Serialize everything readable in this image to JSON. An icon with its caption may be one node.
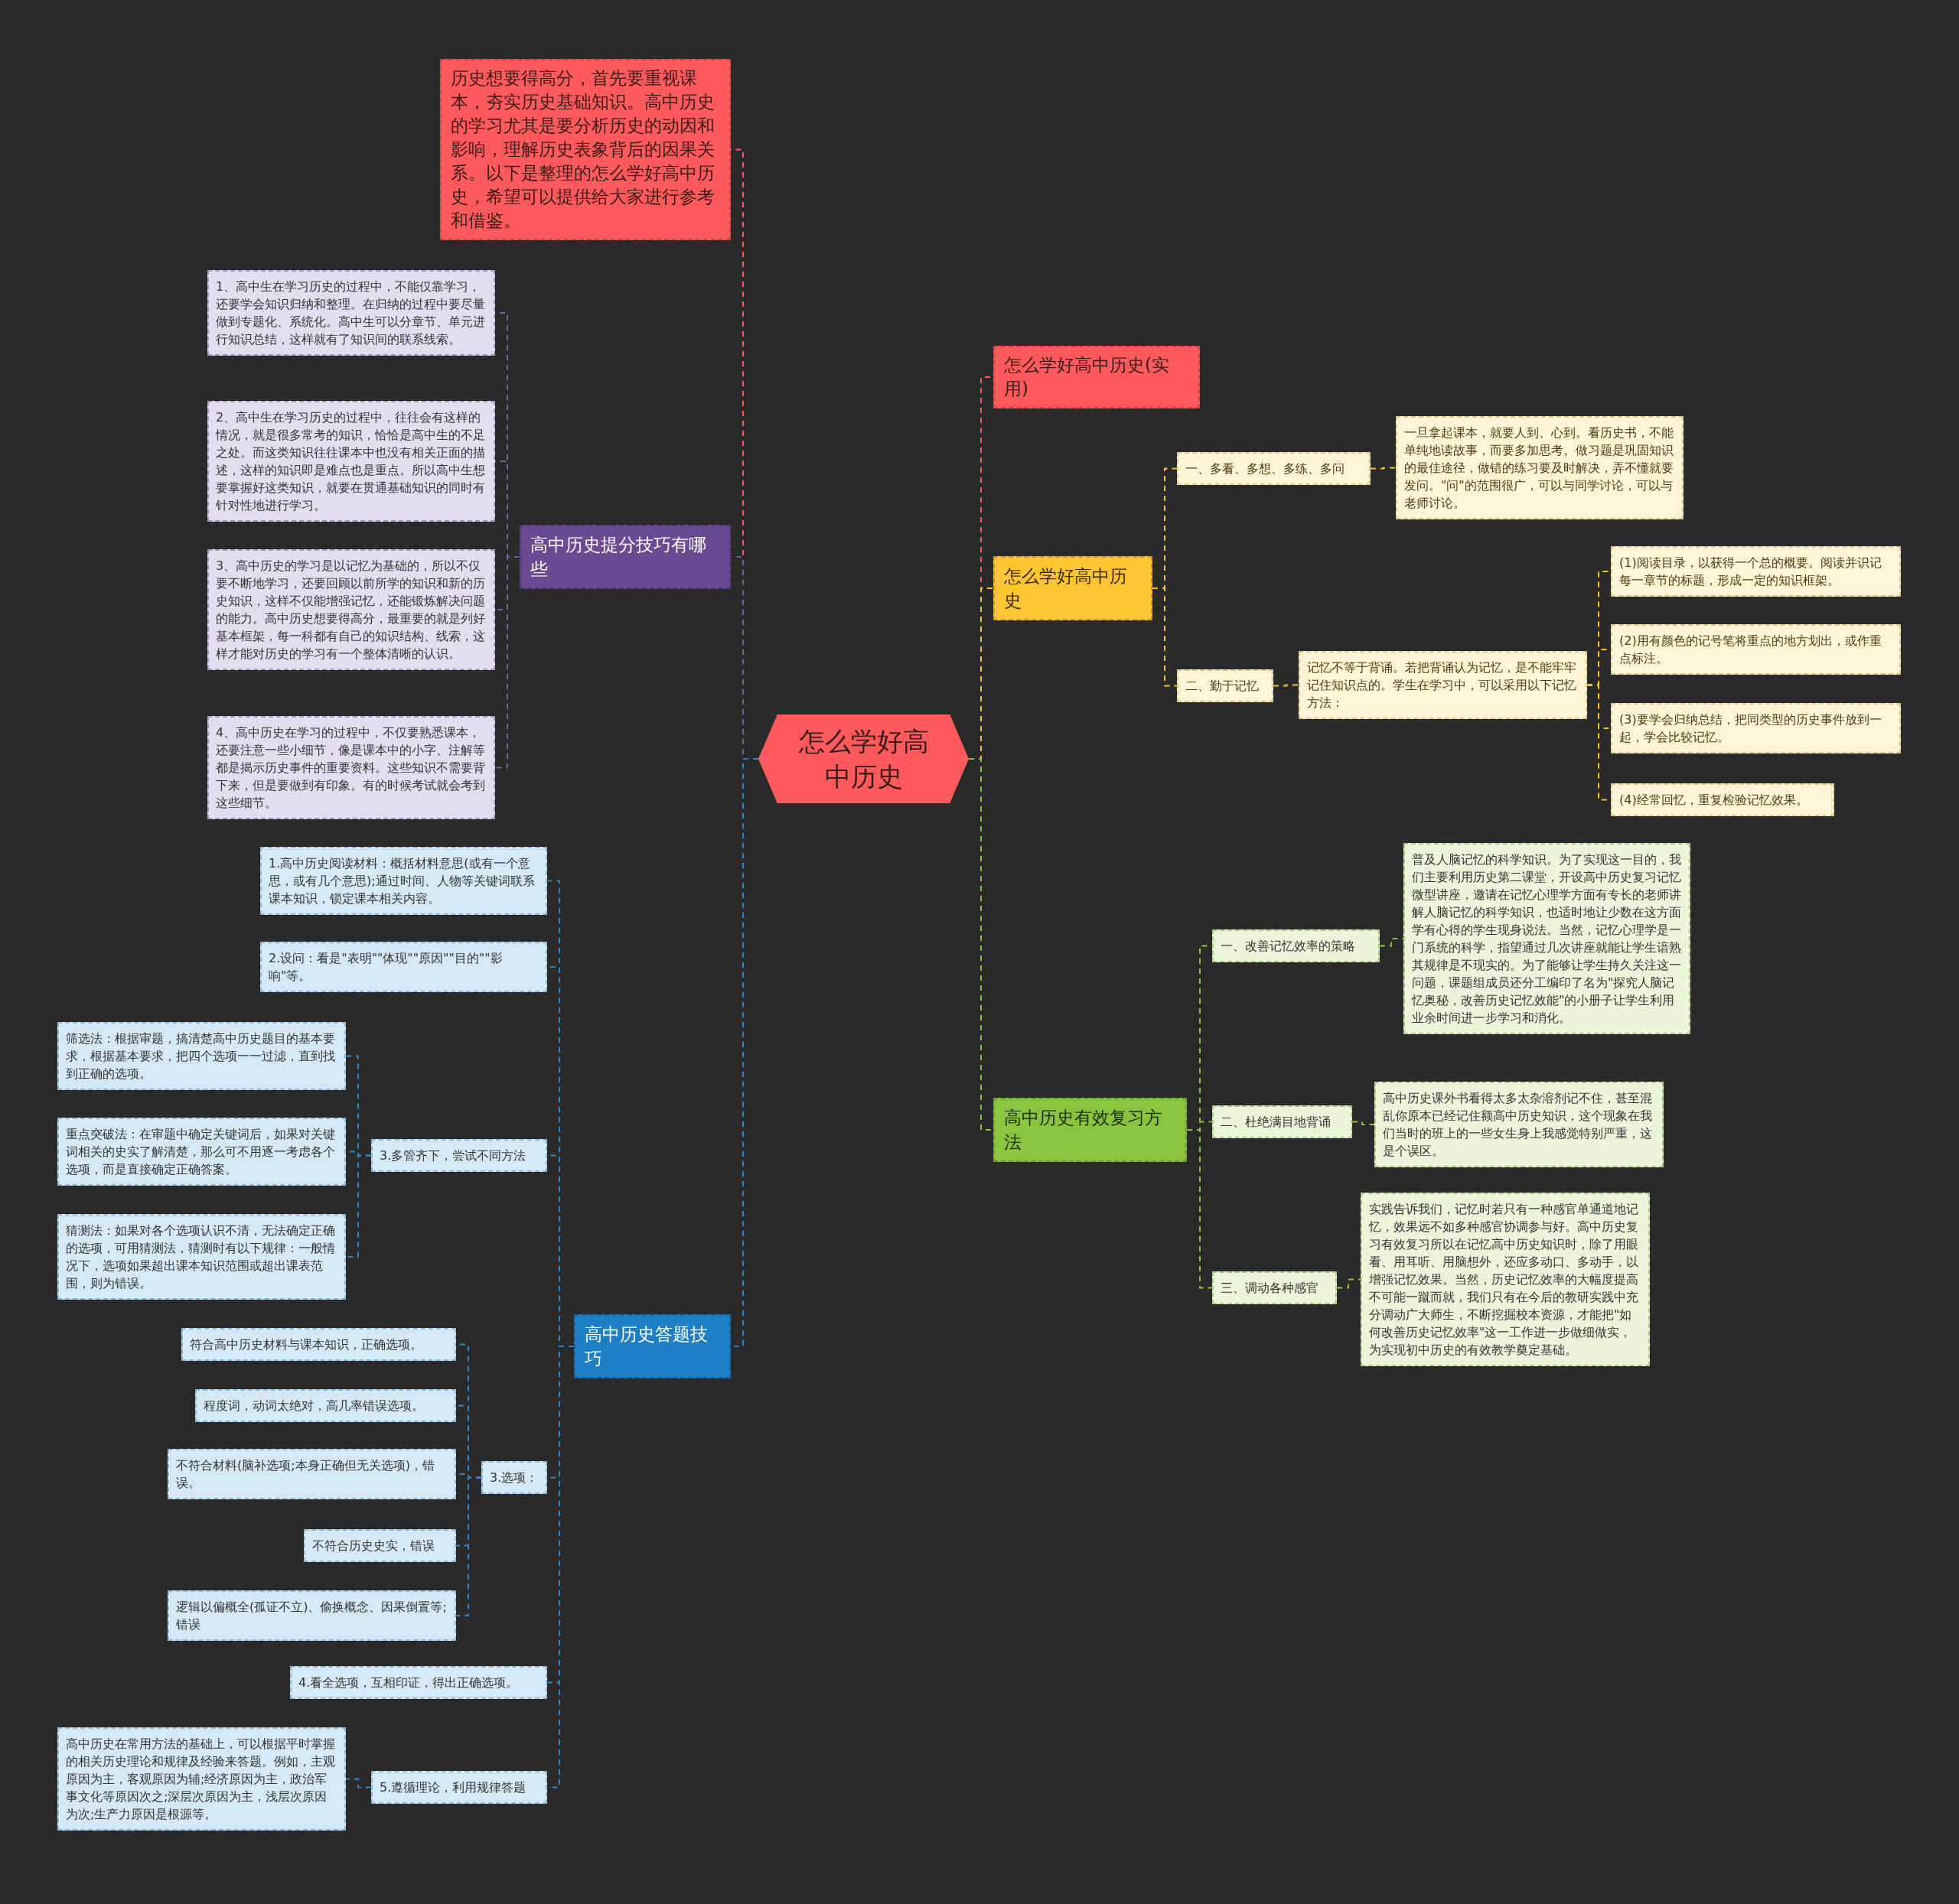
{
  "diagram": {
    "nodes": [
      {
        "text": [
          "怎么学好高中历史"
        ]
      },
      {
        "text": [
          "历史想要得高分，首先要重视课本，夯实历史基础知识。高中历史的学习尤其是要分析历史的动因和影响，理解历史表象背后的因果关系。以下是整理的怎么学好高中历史，希望可以提供给大家进行参考和借鉴。"
        ]
      },
      {
        "text": [
          "高中历史提分技巧有哪些"
        ]
      },
      {
        "text": [
          "1、高中生在学习历史的过程中，不能仅靠学习，还要学会知识归纳和整理。在归纳的过程中要尽量做到专题化、系统化。高中生可以分章节、单元进行知识总结，这样就有了知识间的联系线索。"
        ]
      },
      {
        "text": [
          "2、高中生在学习历史的过程中，往往会有这样的情况，就是很多常考的知识，恰恰是高中生的不足之处。而这类知识往往课本中也没有相关正面的描述，这样的知识即是难点也是重点。所以高中生想要掌握好这类知识，就要在贯通基础知识的同时有针对性地进行学习。"
        ]
      },
      {
        "text": [
          "3、高中历史的学习是以记忆为基础的，所以不仅要不断地学习，还要回顾以前所学的知识和新的历史知识，这样不仅能增强记忆，还能锻炼解决问题的能力。高中历史想要得高分，最重要的就是列好基本框架，每一科都有自己的知识结构、线索，这样才能对历史的学习有一个整体清晰的认识。"
        ]
      },
      {
        "text": [
          "4、高中历史在学习的过程中，不仅要熟悉课本，还要注意一些小细节，像是课本中的小字、注解等都是揭示历史事件的重要资料。这些知识不需要背下来，但是要做到有印象。有的时候考试就会考到这些细节。"
        ]
      },
      {
        "text": [
          "高中历史答题技巧"
        ]
      },
      {
        "text": [
          "1.高中历史阅读材料：概括材料意思(或有一个意思，或有几个意思);通过时间、人物等关键词联系课本知识，锁定课本相关内容。"
        ]
      },
      {
        "text": [
          "2.设问：看是\"表明\"\"体现\"\"原因\"\"目的\"\"影响\"等。"
        ]
      },
      {
        "text": [
          "3.多管齐下，尝试不同方法"
        ]
      },
      {
        "text": [
          "筛选法：根据审题，搞清楚高中历史题目的基本要求，根据基本要求，把四个选项一一过滤，直到找到正确的选项。"
        ]
      },
      {
        "text": [
          "重点突破法：在审题中确定关键词后，如果对关键词相关的史实了解清楚，那么可不用逐一考虑各个选项，而是直接确定正确答案。"
        ]
      },
      {
        "text": [
          "猜测法：如果对各个选项认识不清，无法确定正确的选项，可用猜测法，猜测时有以下规律：一般情况下，选项如果超出课本知识范围或超出课表范围，则为错误。"
        ]
      },
      {
        "text": [
          "3.选项："
        ]
      },
      {
        "text": [
          "符合高中历史材料与课本知识，正确选项。"
        ]
      },
      {
        "text": [
          "程度词，动词太绝对，高几率错误选项。"
        ]
      },
      {
        "text": [
          "不符合材料(脑补选项;本身正确但无关选项)，错误。"
        ]
      },
      {
        "text": [
          "不符合历史史实，错误"
        ]
      },
      {
        "text": [
          "逻辑以偏概全(孤证不立)、偷换概念、因果倒置等;错误"
        ]
      },
      {
        "text": [
          "4.看全选项，互相印证，得出正确选项。"
        ]
      },
      {
        "text": [
          "5.遵循理论，利用规律答题"
        ]
      },
      {
        "text": [
          "高中历史在常用方法的基础上，可以根据平时掌握的相关历史理论和规律及经验来答题。例如，主观原因为主，客观原因为辅;经济原因为主，政治军事文化等原因次之;深层次原因为主，浅层次原因为次;生产力原因是根源等。"
        ]
      },
      {
        "text": [
          "怎么学好高中历史(实用)"
        ]
      },
      {
        "text": [
          "怎么学好高中历史"
        ]
      },
      {
        "text": [
          "一、多看、多想、多练、多问"
        ]
      },
      {
        "text": [
          "一旦拿起课本，就要人到、心到。看历史书，不能单纯地读故事，而要多加思考。做习题是巩固知识的最佳途径，做错的练习要及时解决，弄不懂就要发问。\"问\"的范围很广，可以与同学讨论，可以与老师讨论。"
        ]
      },
      {
        "text": [
          "二、勤于记忆"
        ]
      },
      {
        "text": [
          "记忆不等于背诵。若把背诵认为记忆，是不能牢牢记住知识点的。学生在学习中，可以采用以下记忆方法："
        ]
      },
      {
        "text": [
          "(1)阅读目录，以获得一个总的概要。阅读并识记每一章节的标题，形成一定的知识框架。"
        ]
      },
      {
        "text": [
          "(2)用有颜色的记号笔将重点的地方划出，或作重点标注。"
        ]
      },
      {
        "text": [
          "(3)要学会归纳总结，把同类型的历史事件放到一起，学会比较记忆。"
        ]
      },
      {
        "text": [
          "(4)经常回忆，重复检验记忆效果。"
        ]
      },
      {
        "text": [
          "高中历史有效复习方法"
        ]
      },
      {
        "text": [
          "一、改善记忆效率的策略"
        ]
      },
      {
        "text": [
          "普及人脑记忆的科学知识。为了实现这一目的，我们主要利用历史第二课堂，开设高中历史复习记忆微型讲座，邀请在记忆心理学方面有专长的老师讲解人脑记忆的科学知识，也适时地让少数在这方面学有心得的学生现身说法。当然，记忆心理学是一门系统的科学，指望通过几次讲座就能让学生谙熟其规律是不现实的。为了能够让学生持久关注这一问题，课题组成员还分工编印了名为\"探究人脑记忆奥秘，改善历史记忆效能\"的小册子让学生利用业余时间进一步学习和消化。"
        ]
      },
      {
        "text": [
          "二、杜绝满目地背诵"
        ]
      },
      {
        "text": [
          "高中历史课外书看得太多太杂溶剂记不住，甚至混乱你原本已经记住额高中历史知识，这个现象在我们当时的班上的一些女生身上我感觉特别严重，这是个误区。"
        ]
      },
      {
        "text": [
          "三、调动各种感官"
        ]
      },
      {
        "text": [
          "实践告诉我们，记忆时若只有一种感官单通道地记忆，效果远不如多种感官协调参与好。高中历史复习有效复习所以在记忆高中历史知识时，除了用眼看、用耳听、用脑想外，还应多动口、多动手，以增强记忆效果。当然，历史记忆效率的大幅度提高不可能一蹴而就，我们只有在今后的教研实践中充分调动广大师生，不断挖掘校本资源，才能把\"如何改善历史记忆效率\"这一工作进一步做细做实，为实现初中历史的有效教学奠定基础。"
        ]
      }
    ],
    "edges": [
      {
        "from": 0,
        "to": 1,
        "arrow": "none",
        "color": "#ff5a5c"
      },
      {
        "from": 0,
        "to": 2,
        "arrow": "none",
        "color": "#7b5aa6"
      },
      {
        "from": 2,
        "to": 3,
        "arrow": "none",
        "color": "#7b5aa6"
      },
      {
        "from": 2,
        "to": 4,
        "arrow": "none",
        "color": "#7b5aa6"
      },
      {
        "from": 2,
        "to": 5,
        "arrow": "none",
        "color": "#7b5aa6"
      },
      {
        "from": 2,
        "to": 6,
        "arrow": "none",
        "color": "#7b5aa6"
      },
      {
        "from": 0,
        "to": 7,
        "arrow": "none"
      },
      {
        "from": 7,
        "to": 8,
        "arrow": "none"
      },
      {
        "from": 7,
        "to": 9,
        "arrow": "none"
      },
      {
        "from": 7,
        "to": 10,
        "arrow": "none"
      },
      {
        "from": 10,
        "to": 11,
        "arrow": "none"
      },
      {
        "from": 10,
        "to": 12,
        "arrow": "none"
      },
      {
        "from": 10,
        "to": 13,
        "arrow": "none"
      },
      {
        "from": 7,
        "to": 14,
        "arrow": "none"
      },
      {
        "from": 14,
        "to": 15,
        "arrow": "none"
      },
      {
        "from": 14,
        "to": 16,
        "arrow": "none"
      },
      {
        "from": 14,
        "to": 17,
        "arrow": "none"
      },
      {
        "from": 14,
        "to": 18,
        "arrow": "none"
      },
      {
        "from": 14,
        "to": 19,
        "arrow": "none"
      },
      {
        "from": 7,
        "to": 20,
        "arrow": "none"
      },
      {
        "from": 7,
        "to": 21,
        "arrow": "none"
      },
      {
        "from": 21,
        "to": 22,
        "arrow": "none"
      },
      {
        "from": 0,
        "to": 23,
        "arrow": "none",
        "color": "#ff5a5c"
      },
      {
        "from": 0,
        "to": 24,
        "arrow": "none",
        "color": "#f5c33b"
      },
      {
        "from": 24,
        "to": 25,
        "arrow": "none",
        "color": "#f5c33b"
      },
      {
        "from": 25,
        "to": 26,
        "arrow": "none",
        "color": "#f5c33b"
      },
      {
        "from": 24,
        "to": 27,
        "arrow": "none",
        "color": "#f5c33b"
      },
      {
        "from": 27,
        "to": 28,
        "arrow": "none",
        "color": "#f5c33b"
      },
      {
        "from": 28,
        "to": 29,
        "arrow": "none",
        "color": "#f5c33b"
      },
      {
        "from": 28,
        "to": 30,
        "arrow": "none",
        "color": "#f5c33b"
      },
      {
        "from": 28,
        "to": 31,
        "arrow": "none",
        "color": "#f5c33b"
      },
      {
        "from": 28,
        "to": 32,
        "arrow": "none",
        "color": "#f5c33b"
      },
      {
        "from": 0,
        "to": 33,
        "arrow": "none",
        "color": "#8ac43f"
      },
      {
        "from": 33,
        "to": 34,
        "arrow": "none",
        "color": "#8ac43f"
      },
      {
        "from": 34,
        "to": 35,
        "arrow": "none",
        "color": "#8ac43f"
      },
      {
        "from": 33,
        "to": 36,
        "arrow": "none",
        "color": "#8ac43f"
      },
      {
        "from": 36,
        "to": 37,
        "arrow": "none",
        "color": "#8ac43f"
      },
      {
        "from": 33,
        "to": 38,
        "arrow": "none",
        "color": "#8ac43f"
      },
      {
        "from": 38,
        "to": 39,
        "arrow": "none",
        "color": "#8ac43f"
      }
    ]
  }
}
